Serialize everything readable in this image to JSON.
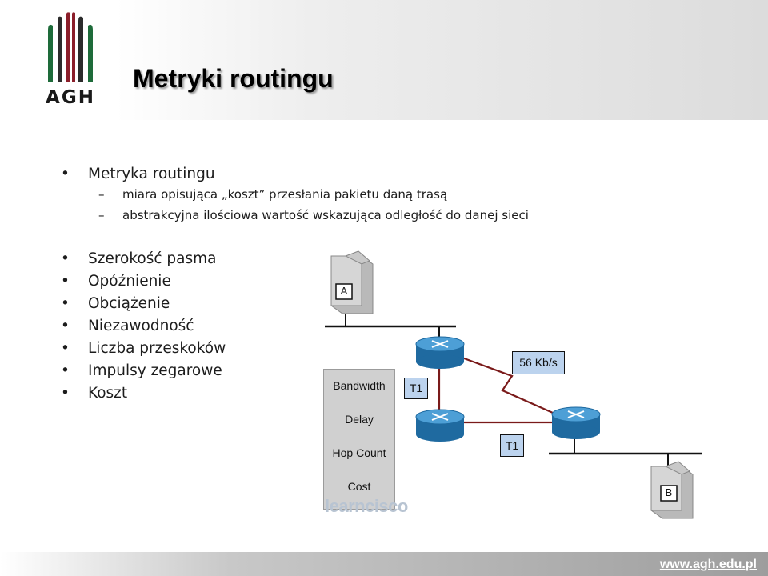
{
  "header": {
    "logo_text": "AGH",
    "title": "Metryki routingu"
  },
  "bullets": {
    "top": {
      "label": "Metryka routingu",
      "sub": [
        "miara opisująca „koszt” przesłania pakietu daną trasą",
        "abstrakcyjna ilościowa wartość wskazująca odległość do danej sieci"
      ]
    },
    "list": [
      "Szerokość pasma",
      "Opóźnienie",
      "Obciążenie",
      "Niezawodność",
      "Liczba przeskoków",
      "Impulsy zegarowe",
      "Koszt"
    ]
  },
  "diagram": {
    "host_a": "A",
    "host_b": "B",
    "metrics": [
      "Bandwidth",
      "Delay",
      "Hop Count",
      "Cost"
    ],
    "link_left": "T1",
    "link_bottom": "T1",
    "link_slow": "56 Kb/s",
    "watermark": "learncisco",
    "colors": {
      "router": "#2e7fb7",
      "wan_link": "#7a1a1a",
      "label_bg": "#bcd3ee",
      "server": "#bfbfbf"
    }
  },
  "footer": {
    "link": "www.agh.edu.pl"
  },
  "colors": {
    "logo_green": "#1e6b3a",
    "logo_red": "#8b1e2a",
    "footer_gray": "#9d9d9d"
  }
}
